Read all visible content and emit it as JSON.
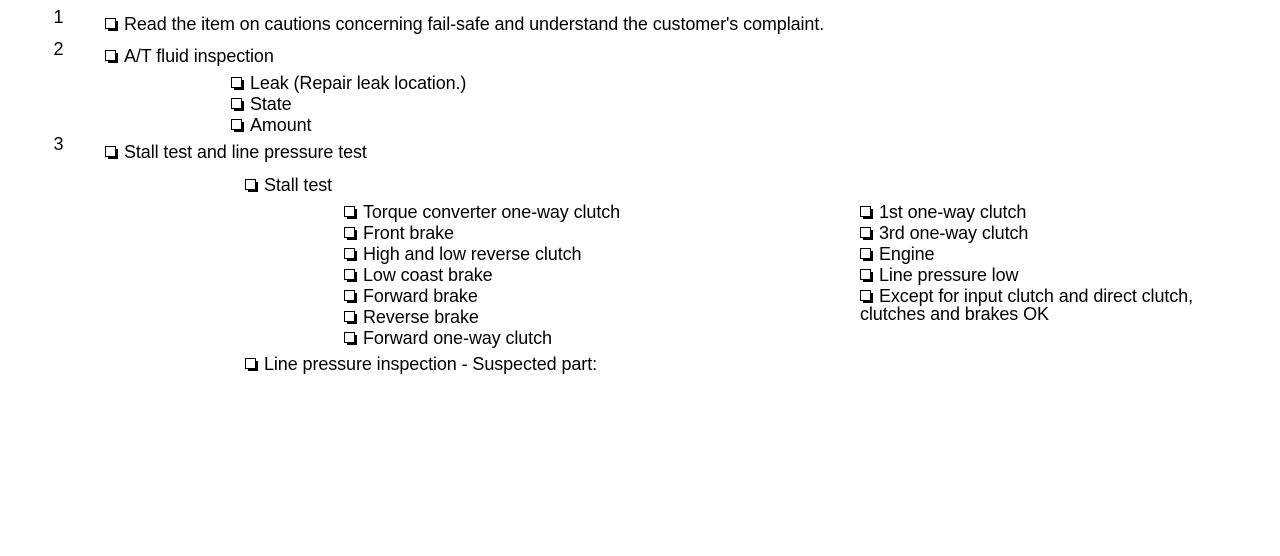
{
  "document": {
    "type": "diagnostic-worksheet-table",
    "checkbox_glyph": "empty-shadowed-square",
    "ink_color": "#000000",
    "paper_color": "#ffffff"
  },
  "rows": [
    {
      "number": "1",
      "items": [
        "Read the item on cautions concerning fail-safe and understand the customer's complaint."
      ]
    },
    {
      "number": "2",
      "heading": "A/T fluid inspection",
      "items": [
        "Leak (Repair leak location.)",
        "State",
        "Amount"
      ]
    },
    {
      "number": "3",
      "heading": "Stall test and line pressure test",
      "subheading": "Stall test",
      "columns": {
        "left": [
          "Torque converter one-way clutch",
          "Front brake",
          "High and low reverse clutch",
          "Low coast brake",
          "Forward brake",
          "Reverse brake",
          "Forward one-way clutch"
        ],
        "right": [
          "1st one-way clutch",
          "3rd one-way clutch",
          "Engine",
          "Line pressure low",
          "Except for input clutch and direct clutch, clutches and brakes OK"
        ]
      },
      "footer": "Line pressure inspection - Suspected part:"
    }
  ]
}
